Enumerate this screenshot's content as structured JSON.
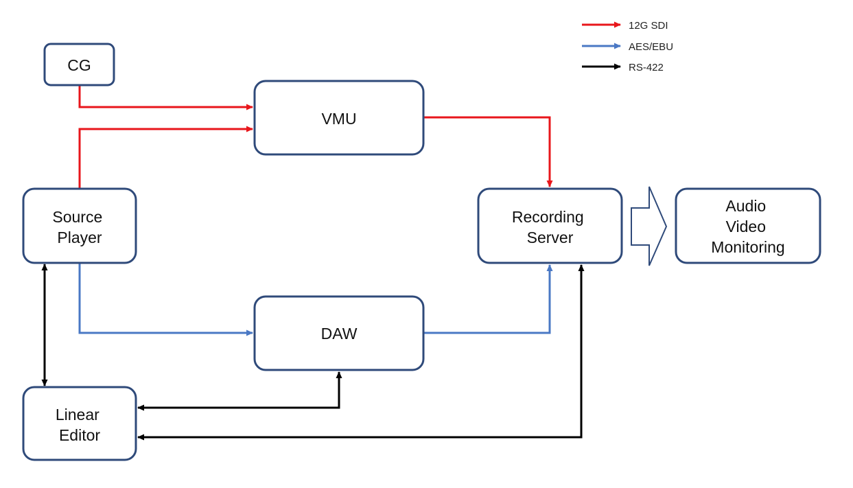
{
  "legend": [
    {
      "id": "sdi",
      "label": "12G SDI",
      "color": "#e8161b"
    },
    {
      "id": "aes",
      "label": "AES/EBU",
      "color": "#4a78c4"
    },
    {
      "id": "rs422",
      "label": "RS-422",
      "color": "#000000"
    }
  ],
  "nodes": {
    "cg": {
      "lines": [
        "CG"
      ]
    },
    "vmu": {
      "lines": [
        "VMU"
      ]
    },
    "source_player": {
      "lines": [
        "Source",
        "Player"
      ]
    },
    "recording_server": {
      "lines": [
        "Recording",
        "Server"
      ]
    },
    "monitoring": {
      "lines": [
        "Audio",
        "Video",
        "Monitoring"
      ]
    },
    "daw": {
      "lines": [
        "DAW"
      ]
    },
    "linear_editor": {
      "lines": [
        "Linear",
        "Editor"
      ]
    }
  },
  "connections": [
    {
      "from": "cg",
      "to": "vmu",
      "type": "sdi"
    },
    {
      "from": "source_player",
      "to": "vmu",
      "type": "sdi"
    },
    {
      "from": "vmu",
      "to": "recording_server",
      "type": "sdi"
    },
    {
      "from": "source_player",
      "to": "daw",
      "type": "aes"
    },
    {
      "from": "daw",
      "to": "recording_server",
      "type": "aes"
    },
    {
      "from": "source_player",
      "to": "linear_editor",
      "type": "rs422",
      "bidirectional": true
    },
    {
      "from": "linear_editor",
      "to": "daw",
      "type": "rs422",
      "bidirectional": true
    },
    {
      "from": "linear_editor",
      "to": "recording_server",
      "type": "rs422",
      "bidirectional": true
    },
    {
      "from": "recording_server",
      "to": "monitoring",
      "type": "output"
    }
  ]
}
